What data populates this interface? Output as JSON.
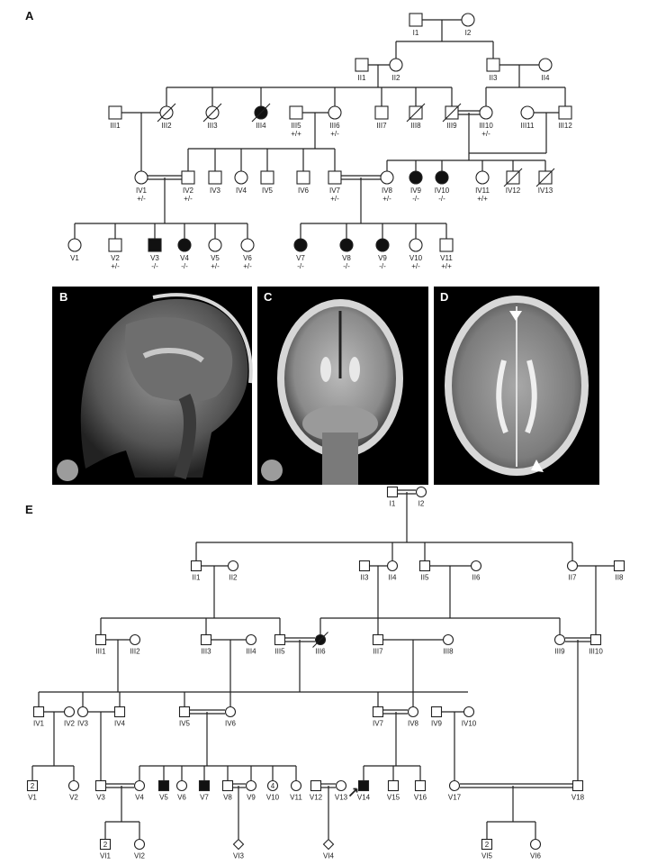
{
  "panels": {
    "a": {
      "letter": "A"
    },
    "b": {
      "letter": "B",
      "view": "sagittal T1 brain MRI"
    },
    "c": {
      "letter": "C",
      "view": "coronal T2 brain MRI"
    },
    "d": {
      "letter": "D",
      "view": "axial T2 brain MRI with arrowheads"
    },
    "e": {
      "letter": "E"
    }
  },
  "colors": {
    "line": "#222222",
    "affected": "#111111",
    "mri_bg": "#000000"
  },
  "pedigree_a": {
    "generation_I": [
      {
        "id": "I1",
        "sex": "male",
        "affected": false,
        "deceased": false,
        "genotype": ""
      },
      {
        "id": "I2",
        "sex": "female",
        "affected": false,
        "deceased": false,
        "genotype": ""
      }
    ],
    "generation_II": [
      {
        "id": "II1",
        "sex": "male",
        "affected": false,
        "deceased": false,
        "genotype": ""
      },
      {
        "id": "II2",
        "sex": "female",
        "affected": false,
        "deceased": false,
        "genotype": ""
      },
      {
        "id": "II3",
        "sex": "male",
        "affected": false,
        "deceased": false,
        "genotype": ""
      },
      {
        "id": "II4",
        "sex": "female",
        "affected": false,
        "deceased": false,
        "genotype": ""
      }
    ],
    "generation_III": [
      {
        "id": "III1",
        "sex": "male",
        "affected": false,
        "deceased": false,
        "genotype": ""
      },
      {
        "id": "III2",
        "sex": "female",
        "affected": false,
        "deceased": true,
        "genotype": ""
      },
      {
        "id": "III3",
        "sex": "female",
        "affected": false,
        "deceased": true,
        "genotype": ""
      },
      {
        "id": "III4",
        "sex": "female",
        "affected": true,
        "deceased": true,
        "genotype": ""
      },
      {
        "id": "III5",
        "sex": "male",
        "affected": false,
        "deceased": false,
        "genotype": "+/+"
      },
      {
        "id": "III6",
        "sex": "female",
        "affected": false,
        "deceased": false,
        "genotype": "+/-"
      },
      {
        "id": "III7",
        "sex": "male",
        "affected": false,
        "deceased": false,
        "genotype": ""
      },
      {
        "id": "III8",
        "sex": "male",
        "affected": false,
        "deceased": true,
        "genotype": ""
      },
      {
        "id": "III9",
        "sex": "male",
        "affected": false,
        "deceased": true,
        "genotype": ""
      },
      {
        "id": "III10",
        "sex": "female",
        "affected": false,
        "deceased": false,
        "genotype": "+/-"
      },
      {
        "id": "III11",
        "sex": "female",
        "affected": false,
        "deceased": false,
        "genotype": ""
      },
      {
        "id": "III12",
        "sex": "male",
        "affected": false,
        "deceased": false,
        "genotype": ""
      }
    ],
    "generation_IV": [
      {
        "id": "IV1",
        "sex": "female",
        "affected": false,
        "deceased": false,
        "genotype": "+/-"
      },
      {
        "id": "IV2",
        "sex": "male",
        "affected": false,
        "deceased": false,
        "genotype": "+/-"
      },
      {
        "id": "IV3",
        "sex": "male",
        "affected": false,
        "deceased": false,
        "genotype": ""
      },
      {
        "id": "IV4",
        "sex": "female",
        "affected": false,
        "deceased": false,
        "genotype": ""
      },
      {
        "id": "IV5",
        "sex": "male",
        "affected": false,
        "deceased": false,
        "genotype": ""
      },
      {
        "id": "IV6",
        "sex": "male",
        "affected": false,
        "deceased": false,
        "genotype": ""
      },
      {
        "id": "IV7",
        "sex": "male",
        "affected": false,
        "deceased": false,
        "genotype": "+/-"
      },
      {
        "id": "IV8",
        "sex": "female",
        "affected": false,
        "deceased": false,
        "genotype": "+/-"
      },
      {
        "id": "IV9",
        "sex": "female",
        "affected": true,
        "deceased": false,
        "genotype": "-/-"
      },
      {
        "id": "IV10",
        "sex": "female",
        "affected": true,
        "deceased": false,
        "genotype": "-/-"
      },
      {
        "id": "IV11",
        "sex": "female",
        "affected": false,
        "deceased": false,
        "genotype": "+/+"
      },
      {
        "id": "IV12",
        "sex": "male",
        "affected": false,
        "deceased": true,
        "genotype": ""
      },
      {
        "id": "IV13",
        "sex": "male",
        "affected": false,
        "deceased": true,
        "genotype": ""
      }
    ],
    "generation_V": [
      {
        "id": "V1",
        "sex": "female",
        "affected": false,
        "deceased": false,
        "genotype": ""
      },
      {
        "id": "V2",
        "sex": "male",
        "affected": false,
        "deceased": false,
        "genotype": "+/-"
      },
      {
        "id": "V3",
        "sex": "male",
        "affected": true,
        "deceased": false,
        "genotype": "-/-"
      },
      {
        "id": "V4",
        "sex": "female",
        "affected": true,
        "deceased": false,
        "genotype": "-/-"
      },
      {
        "id": "V5",
        "sex": "female",
        "affected": false,
        "deceased": false,
        "genotype": "+/-"
      },
      {
        "id": "V6",
        "sex": "female",
        "affected": false,
        "deceased": false,
        "genotype": "+/-"
      },
      {
        "id": "V7",
        "sex": "female",
        "affected": true,
        "deceased": false,
        "genotype": "-/-"
      },
      {
        "id": "V8",
        "sex": "female",
        "affected": true,
        "deceased": false,
        "genotype": "-/-"
      },
      {
        "id": "V9",
        "sex": "female",
        "affected": true,
        "deceased": false,
        "genotype": "-/-"
      },
      {
        "id": "V10",
        "sex": "female",
        "affected": false,
        "deceased": false,
        "genotype": "+/-"
      },
      {
        "id": "V11",
        "sex": "male",
        "affected": false,
        "deceased": false,
        "genotype": "+/+"
      }
    ]
  },
  "pedigree_e": {
    "generation_I": [
      {
        "id": "I1",
        "sex": "male",
        "affected": false,
        "deceased": false
      },
      {
        "id": "I2",
        "sex": "female",
        "affected": false,
        "deceased": false
      }
    ],
    "generation_II": [
      {
        "id": "II1",
        "sex": "male",
        "affected": false,
        "deceased": false
      },
      {
        "id": "II2",
        "sex": "female",
        "affected": false,
        "deceased": false
      },
      {
        "id": "II3",
        "sex": "male",
        "affected": false,
        "deceased": false
      },
      {
        "id": "II4",
        "sex": "female",
        "affected": false,
        "deceased": false
      },
      {
        "id": "II5",
        "sex": "male",
        "affected": false,
        "deceased": false
      },
      {
        "id": "II6",
        "sex": "female",
        "affected": false,
        "deceased": false
      },
      {
        "id": "II7",
        "sex": "female",
        "affected": false,
        "deceased": false
      },
      {
        "id": "II8",
        "sex": "male",
        "affected": false,
        "deceased": false
      }
    ],
    "generation_III": [
      {
        "id": "III1",
        "sex": "male",
        "affected": false,
        "deceased": false
      },
      {
        "id": "III2",
        "sex": "female",
        "affected": false,
        "deceased": false
      },
      {
        "id": "III3",
        "sex": "male",
        "affected": false,
        "deceased": false
      },
      {
        "id": "III4",
        "sex": "female",
        "affected": false,
        "deceased": false
      },
      {
        "id": "III5",
        "sex": "male",
        "affected": false,
        "deceased": false
      },
      {
        "id": "III6",
        "sex": "female",
        "affected": true,
        "deceased": true
      },
      {
        "id": "III7",
        "sex": "male",
        "affected": false,
        "deceased": false
      },
      {
        "id": "III8",
        "sex": "female",
        "affected": false,
        "deceased": false
      },
      {
        "id": "III9",
        "sex": "female",
        "affected": false,
        "deceased": false
      },
      {
        "id": "III10",
        "sex": "male",
        "affected": false,
        "deceased": false
      }
    ],
    "generation_IV": [
      {
        "id": "IV1",
        "sex": "male",
        "affected": false,
        "deceased": false
      },
      {
        "id": "IV2",
        "sex": "female",
        "affected": false,
        "deceased": false
      },
      {
        "id": "IV3",
        "sex": "female",
        "affected": false,
        "deceased": false
      },
      {
        "id": "IV4",
        "sex": "male",
        "affected": false,
        "deceased": false
      },
      {
        "id": "IV5",
        "sex": "male",
        "affected": false,
        "deceased": false
      },
      {
        "id": "IV6",
        "sex": "female",
        "affected": false,
        "deceased": false
      },
      {
        "id": "IV7",
        "sex": "male",
        "affected": false,
        "deceased": false
      },
      {
        "id": "IV8",
        "sex": "female",
        "affected": false,
        "deceased": false
      },
      {
        "id": "IV9",
        "sex": "male",
        "affected": false,
        "deceased": false
      },
      {
        "id": "IV10",
        "sex": "female",
        "affected": false,
        "deceased": false
      }
    ],
    "generation_V": [
      {
        "id": "V1",
        "sex": "male",
        "affected": false,
        "deceased": false,
        "number": "2"
      },
      {
        "id": "V2",
        "sex": "female",
        "affected": false,
        "deceased": false
      },
      {
        "id": "V3",
        "sex": "male",
        "affected": false,
        "deceased": false
      },
      {
        "id": "V4",
        "sex": "female",
        "affected": false,
        "deceased": false
      },
      {
        "id": "V5",
        "sex": "male",
        "affected": true,
        "deceased": false
      },
      {
        "id": "V6",
        "sex": "female",
        "affected": false,
        "deceased": false
      },
      {
        "id": "V7",
        "sex": "male",
        "affected": true,
        "deceased": false
      },
      {
        "id": "V8",
        "sex": "male",
        "affected": false,
        "deceased": false
      },
      {
        "id": "V9",
        "sex": "female",
        "affected": false,
        "deceased": false
      },
      {
        "id": "V10",
        "sex": "female",
        "affected": false,
        "deceased": false,
        "number": "4"
      },
      {
        "id": "V11",
        "sex": "female",
        "affected": false,
        "deceased": false
      },
      {
        "id": "V12",
        "sex": "male",
        "affected": false,
        "deceased": false
      },
      {
        "id": "V13",
        "sex": "female",
        "affected": false,
        "deceased": false
      },
      {
        "id": "V14",
        "sex": "male",
        "affected": true,
        "deceased": false,
        "proband": true
      },
      {
        "id": "V15",
        "sex": "male",
        "affected": false,
        "deceased": false
      },
      {
        "id": "V16",
        "sex": "male",
        "affected": false,
        "deceased": false
      },
      {
        "id": "V17",
        "sex": "female",
        "affected": false,
        "deceased": false
      },
      {
        "id": "V18",
        "sex": "male",
        "affected": false,
        "deceased": false
      }
    ],
    "generation_VI": [
      {
        "id": "VI1",
        "sex": "male",
        "affected": false,
        "deceased": false,
        "number": "2"
      },
      {
        "id": "VI2",
        "sex": "female",
        "affected": false,
        "deceased": false
      },
      {
        "id": "VI3",
        "sex": "unknown",
        "affected": false,
        "deceased": false
      },
      {
        "id": "VI4",
        "sex": "unknown",
        "affected": false,
        "deceased": false
      },
      {
        "id": "VI5",
        "sex": "male",
        "affected": false,
        "deceased": false,
        "number": "2"
      },
      {
        "id": "VI6",
        "sex": "female",
        "affected": false,
        "deceased": false
      }
    ]
  }
}
